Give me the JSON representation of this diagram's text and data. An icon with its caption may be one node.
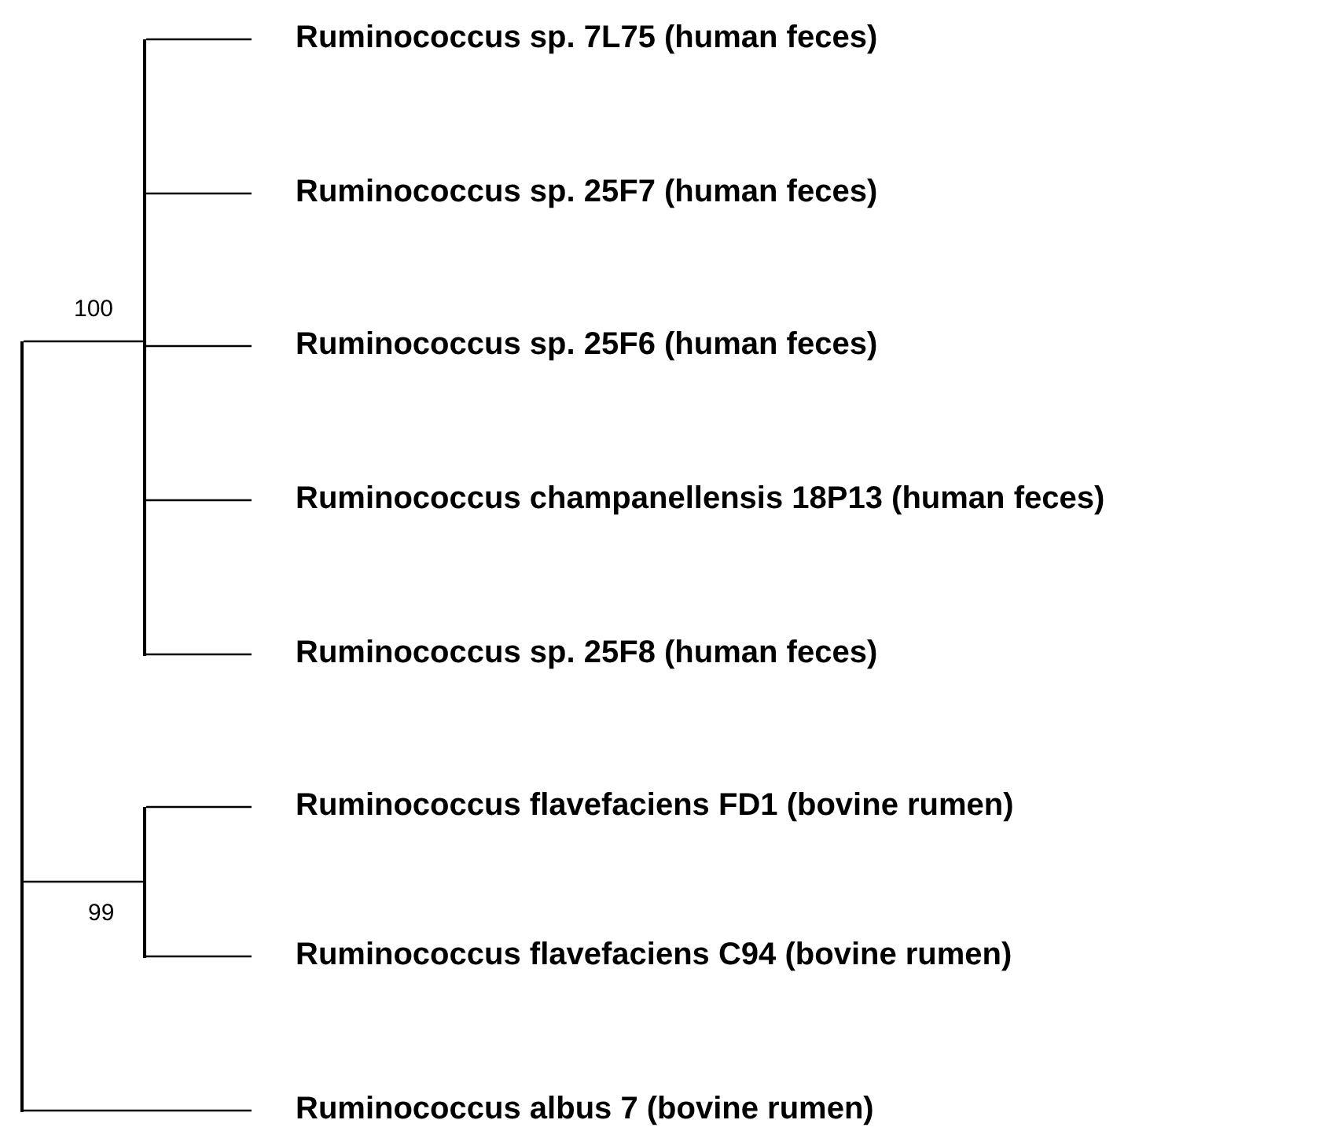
{
  "diagram": {
    "nodes": [
      {
        "text": [],
        "shape": "bar"
      },
      {
        "text": [],
        "shape": "bar",
        "beside": [
          "100"
        ]
      },
      {
        "text": [],
        "shape": "bar",
        "beside": [
          "99"
        ]
      },
      {
        "text": [
          "Ruminococcus sp. 7L75 (human feces)"
        ]
      },
      {
        "text": [
          "Ruminococcus sp. 25F7 (human feces)"
        ]
      },
      {
        "text": [
          "Ruminococcus sp. 25F6 (human feces)"
        ]
      },
      {
        "text": [
          "Ruminococcus champanellensis 18P13 (human feces)"
        ]
      },
      {
        "text": [
          "Ruminococcus sp. 25F8 (human feces)"
        ]
      },
      {
        "text": [
          "Ruminococcus flavefaciens FD1 (bovine rumen)"
        ]
      },
      {
        "text": [
          "Ruminococcus flavefaciens C94 (bovine rumen)"
        ]
      },
      {
        "text": [
          "Ruminococcus albus 7 (bovine rumen)"
        ]
      }
    ],
    "edges": [
      {
        "from": 0,
        "to": 1,
        "arrow": "none"
      },
      {
        "from": 0,
        "to": 2,
        "arrow": "none"
      },
      {
        "from": 0,
        "to": 10,
        "arrow": "none"
      },
      {
        "from": 1,
        "to": 3,
        "arrow": "none"
      },
      {
        "from": 1,
        "to": 4,
        "arrow": "none"
      },
      {
        "from": 1,
        "to": 5,
        "arrow": "none"
      },
      {
        "from": 1,
        "to": 6,
        "arrow": "none"
      },
      {
        "from": 1,
        "to": 7,
        "arrow": "none"
      },
      {
        "from": 2,
        "to": 8,
        "arrow": "none"
      },
      {
        "from": 2,
        "to": 9,
        "arrow": "none"
      }
    ]
  }
}
